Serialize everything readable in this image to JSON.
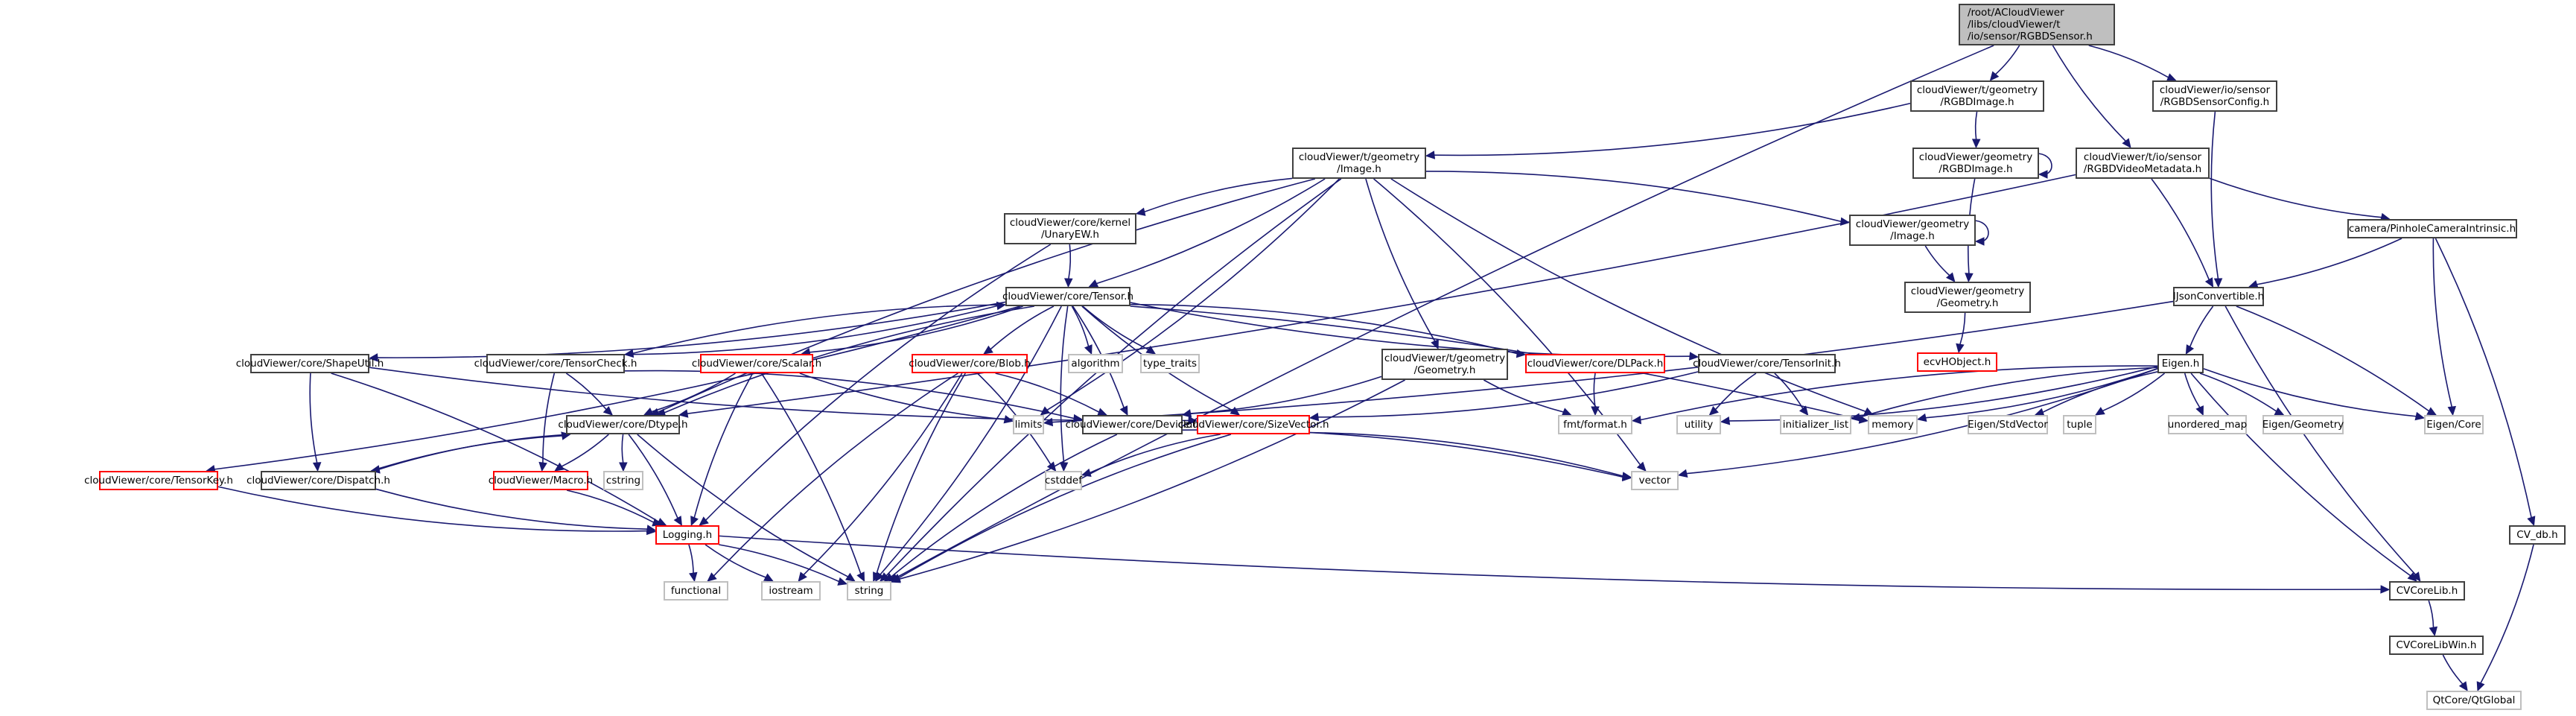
{
  "diagram": {
    "title": "Include dependency graph for RGBDSensor.h",
    "colors": {
      "edge": "#191970",
      "root_fill": "#bfbfbf",
      "documented_border": "#404040",
      "undocumented_border": "#ff0000",
      "external_border": "#bfbfbf"
    },
    "nodes": [
      {
        "id": "root",
        "label": "/root/ACloudViewer\n/libs/cloudViewer/t\n/io/sensor/RGBDSensor.h",
        "kind": "root"
      },
      {
        "id": "t_rgbdimage",
        "label": "cloudViewer/t/geometry\n/RGBDImage.h",
        "kind": "doc"
      },
      {
        "id": "rgbdvideometa",
        "label": "cloudViewer/t/io/sensor\n/RGBDVideoMetadata.h",
        "kind": "doc"
      },
      {
        "id": "rgbdsensorconfig",
        "label": "cloudViewer/io/sensor\n/RGBDSensorConfig.h",
        "kind": "doc"
      },
      {
        "id": "t_image",
        "label": "cloudViewer/t/geometry\n/Image.h",
        "kind": "doc"
      },
      {
        "id": "g_rgbdimage",
        "label": "cloudViewer/geometry\n/RGBDImage.h",
        "kind": "doc"
      },
      {
        "id": "unaryew",
        "label": "cloudViewer/core/kernel\n/UnaryEW.h",
        "kind": "doc"
      },
      {
        "id": "g_image",
        "label": "cloudViewer/geometry\n/Image.h",
        "kind": "doc"
      },
      {
        "id": "pinhole",
        "label": "camera/PinholeCameraIntrinsic.h",
        "kind": "doc"
      },
      {
        "id": "tensor",
        "label": "cloudViewer/core/Tensor.h",
        "kind": "doc"
      },
      {
        "id": "g_geometry",
        "label": "cloudViewer/geometry\n/Geometry.h",
        "kind": "doc"
      },
      {
        "id": "ijson",
        "label": "IJsonConvertible.h",
        "kind": "doc"
      },
      {
        "id": "ecvhobject",
        "label": "ecvHObject.h",
        "kind": "undoc"
      },
      {
        "id": "shapeutil",
        "label": "cloudViewer/core/ShapeUtil.h",
        "kind": "doc"
      },
      {
        "id": "tensorcheck",
        "label": "cloudViewer/core/TensorCheck.h",
        "kind": "doc"
      },
      {
        "id": "scalar",
        "label": "cloudViewer/core/Scalar.h",
        "kind": "undoc"
      },
      {
        "id": "blob",
        "label": "cloudViewer/core/Blob.h",
        "kind": "undoc"
      },
      {
        "id": "algorithm",
        "label": "algorithm",
        "kind": "ext"
      },
      {
        "id": "type_traits",
        "label": "type_traits",
        "kind": "ext"
      },
      {
        "id": "t_geometry",
        "label": "cloudViewer/t/geometry\n/Geometry.h",
        "kind": "doc"
      },
      {
        "id": "dlpack",
        "label": "cloudViewer/core/DLPack.h",
        "kind": "undoc"
      },
      {
        "id": "tensorinit",
        "label": "cloudViewer/core/TensorInit.h",
        "kind": "doc"
      },
      {
        "id": "eigen",
        "label": "Eigen.h",
        "kind": "doc"
      },
      {
        "id": "tensorkey",
        "label": "cloudViewer/core/TensorKey.h",
        "kind": "undoc"
      },
      {
        "id": "dtype",
        "label": "cloudViewer/core/Dtype.h",
        "kind": "doc"
      },
      {
        "id": "limits",
        "label": "limits",
        "kind": "ext"
      },
      {
        "id": "device",
        "label": "cloudViewer/core/Device.h",
        "kind": "doc"
      },
      {
        "id": "sizevector",
        "label": "cloudViewer/core/SizeVector.h",
        "kind": "undoc"
      },
      {
        "id": "fmt",
        "label": "fmt/format.h",
        "kind": "ext"
      },
      {
        "id": "utility",
        "label": "utility",
        "kind": "ext"
      },
      {
        "id": "initializer_list",
        "label": "initializer_list",
        "kind": "ext"
      },
      {
        "id": "memory",
        "label": "memory",
        "kind": "ext"
      },
      {
        "id": "eigen_stdvector",
        "label": "Eigen/StdVector",
        "kind": "ext"
      },
      {
        "id": "tuple",
        "label": "tuple",
        "kind": "ext"
      },
      {
        "id": "unordered_map",
        "label": "unordered_map",
        "kind": "ext"
      },
      {
        "id": "eigen_geometry",
        "label": "Eigen/Geometry",
        "kind": "ext"
      },
      {
        "id": "eigen_core",
        "label": "Eigen/Core",
        "kind": "ext"
      },
      {
        "id": "cv_db",
        "label": "CV_db.h",
        "kind": "doc"
      },
      {
        "id": "dispatch",
        "label": "cloudViewer/core/Dispatch.h",
        "kind": "doc"
      },
      {
        "id": "macro",
        "label": "cloudViewer/Macro.h",
        "kind": "undoc"
      },
      {
        "id": "cstring",
        "label": "cstring",
        "kind": "ext"
      },
      {
        "id": "cstddef",
        "label": "cstddef",
        "kind": "ext"
      },
      {
        "id": "vector",
        "label": "vector",
        "kind": "ext"
      },
      {
        "id": "logging",
        "label": "Logging.h",
        "kind": "undoc"
      },
      {
        "id": "functional",
        "label": "functional",
        "kind": "ext"
      },
      {
        "id": "iostream",
        "label": "iostream",
        "kind": "ext"
      },
      {
        "id": "string",
        "label": "string",
        "kind": "ext"
      },
      {
        "id": "cvcorelib",
        "label": "CVCoreLib.h",
        "kind": "doc"
      },
      {
        "id": "cvcorelibwin",
        "label": "CVCoreLibWin.h",
        "kind": "doc"
      },
      {
        "id": "qtglobal",
        "label": "QtCore/QtGlobal",
        "kind": "ext"
      }
    ],
    "edges": [
      [
        "root",
        "t_rgbdimage"
      ],
      [
        "root",
        "rgbdvideometa"
      ],
      [
        "root",
        "rgbdsensorconfig"
      ],
      [
        "root",
        "string"
      ],
      [
        "t_rgbdimage",
        "t_image"
      ],
      [
        "t_rgbdimage",
        "g_rgbdimage"
      ],
      [
        "g_rgbdimage",
        "g_rgbdimage"
      ],
      [
        "g_rgbdimage",
        "g_geometry"
      ],
      [
        "g_image",
        "g_image"
      ],
      [
        "g_image",
        "g_geometry"
      ],
      [
        "g_geometry",
        "ecvhobject"
      ],
      [
        "t_image",
        "unaryew"
      ],
      [
        "t_image",
        "tensor"
      ],
      [
        "t_image",
        "t_geometry"
      ],
      [
        "t_image",
        "g_image"
      ],
      [
        "t_image",
        "dtype"
      ],
      [
        "t_image",
        "limits"
      ],
      [
        "t_image",
        "string"
      ],
      [
        "t_image",
        "vector"
      ],
      [
        "t_image",
        "memory"
      ],
      [
        "unaryew",
        "tensor"
      ],
      [
        "unaryew",
        "logging"
      ],
      [
        "rgbdvideometa",
        "ijson"
      ],
      [
        "rgbdvideometa",
        "pinhole"
      ],
      [
        "rgbdvideometa",
        "dtype"
      ],
      [
        "rgbdsensorconfig",
        "ijson"
      ],
      [
        "pinhole",
        "ijson"
      ],
      [
        "pinhole",
        "eigen_core"
      ],
      [
        "pinhole",
        "cv_db"
      ],
      [
        "ijson",
        "eigen"
      ],
      [
        "ijson",
        "eigen_core"
      ],
      [
        "ijson",
        "cvcorelib"
      ],
      [
        "ijson",
        "limits"
      ],
      [
        "eigen",
        "eigen_core"
      ],
      [
        "eigen",
        "eigen_geometry"
      ],
      [
        "eigen",
        "unordered_map"
      ],
      [
        "eigen",
        "tuple"
      ],
      [
        "eigen",
        "eigen_stdvector"
      ],
      [
        "eigen",
        "memory"
      ],
      [
        "eigen",
        "initializer_list"
      ],
      [
        "eigen",
        "utility"
      ],
      [
        "eigen",
        "fmt"
      ],
      [
        "eigen",
        "vector"
      ],
      [
        "eigen",
        "cvcorelib"
      ],
      [
        "tensor",
        "shapeutil"
      ],
      [
        "tensor",
        "tensorcheck"
      ],
      [
        "tensor",
        "scalar"
      ],
      [
        "tensor",
        "blob"
      ],
      [
        "tensor",
        "algorithm"
      ],
      [
        "tensor",
        "type_traits"
      ],
      [
        "tensor",
        "dlpack"
      ],
      [
        "tensor",
        "tensorinit"
      ],
      [
        "tensor",
        "tensorkey"
      ],
      [
        "tensor",
        "dtype"
      ],
      [
        "tensor",
        "device"
      ],
      [
        "tensor",
        "sizevector"
      ],
      [
        "tensor",
        "memory"
      ],
      [
        "tensor",
        "cstddef"
      ],
      [
        "tensor",
        "string"
      ],
      [
        "shapeutil",
        "dispatch"
      ],
      [
        "shapeutil",
        "logging"
      ],
      [
        "shapeutil",
        "sizevector"
      ],
      [
        "tensorcheck",
        "dtype"
      ],
      [
        "tensorcheck",
        "macro"
      ],
      [
        "tensorcheck",
        "device"
      ],
      [
        "tensorcheck",
        "tensor"
      ],
      [
        "scalar",
        "dtype"
      ],
      [
        "scalar",
        "logging"
      ],
      [
        "scalar",
        "string"
      ],
      [
        "scalar",
        "limits"
      ],
      [
        "blob",
        "device"
      ],
      [
        "blob",
        "functional"
      ],
      [
        "blob",
        "iostream"
      ],
      [
        "blob",
        "string"
      ],
      [
        "blob",
        "cstddef"
      ],
      [
        "dtype",
        "dispatch"
      ],
      [
        "dtype",
        "macro"
      ],
      [
        "dtype",
        "cstring"
      ],
      [
        "dtype",
        "logging"
      ],
      [
        "dtype",
        "string"
      ],
      [
        "dispatch",
        "dtype"
      ],
      [
        "dispatch",
        "logging"
      ],
      [
        "macro",
        "logging"
      ],
      [
        "tensorkey",
        "logging"
      ],
      [
        "t_geometry",
        "device"
      ],
      [
        "t_geometry",
        "fmt"
      ],
      [
        "t_geometry",
        "string"
      ],
      [
        "dlpack",
        "fmt"
      ],
      [
        "tensorinit",
        "sizevector"
      ],
      [
        "tensorinit",
        "utility"
      ],
      [
        "tensorinit",
        "initializer_list"
      ],
      [
        "device",
        "string"
      ],
      [
        "device",
        "vector"
      ],
      [
        "sizevector",
        "cstddef"
      ],
      [
        "sizevector",
        "vector"
      ],
      [
        "sizevector",
        "string"
      ],
      [
        "logging",
        "functional"
      ],
      [
        "logging",
        "iostream"
      ],
      [
        "logging",
        "string"
      ],
      [
        "logging",
        "cvcorelib"
      ],
      [
        "cvcorelib",
        "cvcorelibwin"
      ],
      [
        "cvcorelibwin",
        "qtglobal"
      ],
      [
        "cv_db",
        "qtglobal"
      ]
    ]
  }
}
